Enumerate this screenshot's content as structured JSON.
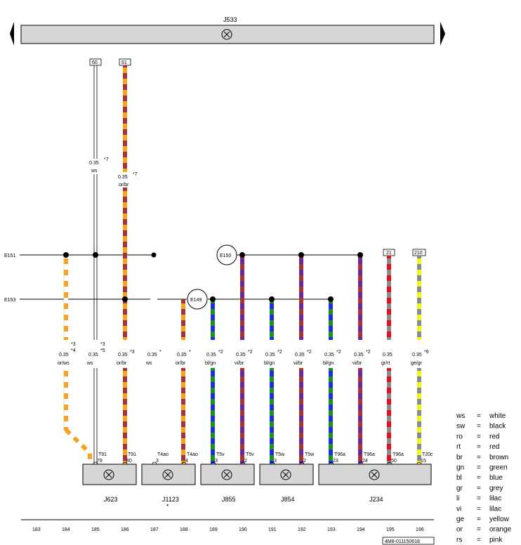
{
  "header": {
    "title": "J533"
  },
  "terminals": [
    "60",
    "61",
    "21",
    "210"
  ],
  "buses": [
    "E151",
    "E153"
  ],
  "components_inline": [
    "E150",
    "E149"
  ],
  "wires": [
    {
      "size": "0.35",
      "note": "*7",
      "color": "ws"
    },
    {
      "size": "0.35",
      "note": "*7",
      "color": "or/br"
    },
    {
      "size": "0.35",
      "note": "*3\n*4",
      "color": "or/ws"
    },
    {
      "size": "0.35",
      "note": "*3\n*5",
      "color": "ws"
    },
    {
      "size": "0.35",
      "note": "*3",
      "color": "or/br"
    },
    {
      "size": "0.35",
      "note": "*",
      "color": "ws"
    },
    {
      "size": "0.35",
      "note": "*",
      "color": "or/br"
    },
    {
      "size": "0.35",
      "note": "*2",
      "color": "bl/gn"
    },
    {
      "size": "0.35",
      "note": "*2",
      "color": "vi/br"
    },
    {
      "size": "0.35",
      "note": "*2",
      "color": "bl/gn"
    },
    {
      "size": "0.35",
      "note": "*2",
      "color": "vi/br"
    },
    {
      "size": "0.35",
      "note": "*2",
      "color": "bl/gn"
    },
    {
      "size": "0.35",
      "note": "*2",
      "color": "vi/br"
    },
    {
      "size": "0.35",
      "note": "",
      "color": "gr/rt"
    },
    {
      "size": "0.35",
      "note": "*6",
      "color": "ge/gr"
    }
  ],
  "pins": [
    {
      "conn": "T91",
      "pin": "79"
    },
    {
      "conn": "T91",
      "pin": "80"
    },
    {
      "conn": "T4ao",
      "pin": "3"
    },
    {
      "conn": "T4ao",
      "pin": "4"
    },
    {
      "conn": "T5v",
      "pin": "3"
    },
    {
      "conn": "T5v",
      "pin": "2"
    },
    {
      "conn": "T5w",
      "pin": "3"
    },
    {
      "conn": "T5w",
      "pin": "2"
    },
    {
      "conn": "T96a",
      "pin": "23"
    },
    {
      "conn": "T96a",
      "pin": "24"
    },
    {
      "conn": "T96a",
      "pin": "50"
    },
    {
      "conn": "T20c",
      "pin": "15"
    }
  ],
  "modules": [
    {
      "label": "J623"
    },
    {
      "label": "J1123",
      "mark": "*"
    },
    {
      "label": "J855"
    },
    {
      "label": "J854"
    },
    {
      "label": "J234"
    }
  ],
  "track_numbers": [
    "183",
    "184",
    "185",
    "186",
    "187",
    "188",
    "189",
    "190",
    "191",
    "192",
    "193",
    "194",
    "195",
    "196"
  ],
  "legend": [
    {
      "code": "ws",
      "eq": "=",
      "name": "white"
    },
    {
      "code": "sw",
      "eq": "=",
      "name": "black"
    },
    {
      "code": "ro",
      "eq": "=",
      "name": "red"
    },
    {
      "code": "rt",
      "eq": "=",
      "name": "red"
    },
    {
      "code": "br",
      "eq": "=",
      "name": "brown"
    },
    {
      "code": "gn",
      "eq": "=",
      "name": "green"
    },
    {
      "code": "bl",
      "eq": "=",
      "name": "blue"
    },
    {
      "code": "gr",
      "eq": "=",
      "name": "grey"
    },
    {
      "code": "li",
      "eq": "=",
      "name": "lilac"
    },
    {
      "code": "vi",
      "eq": "=",
      "name": "lilac"
    },
    {
      "code": "ge",
      "eq": "=",
      "name": "yellow"
    },
    {
      "code": "or",
      "eq": "=",
      "name": "orange"
    },
    {
      "code": "rs",
      "eq": "=",
      "name": "pink"
    }
  ],
  "footer": {
    "ref": "4M8-011150618"
  },
  "colors": {
    "orange": "#f7a21b",
    "brown": "#a8323c",
    "blue": "#1e2ed8",
    "green": "#1a8f2a",
    "violet": "#6a2a9a",
    "grey": "#8a8a8a",
    "red": "#e0141e",
    "yellow": "#f5f21a",
    "white": "#ffffff"
  }
}
